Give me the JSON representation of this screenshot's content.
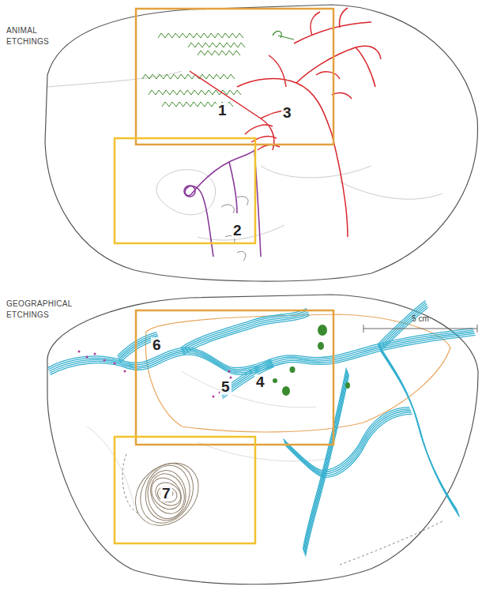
{
  "diagram": {
    "labels": [
      "ANIMAL ETCHINGS",
      "1",
      "3",
      "2",
      "GEOGRAPHICAL ETCHINGS",
      "5 cm",
      "6",
      "5",
      "4",
      "7"
    ]
  }
}
